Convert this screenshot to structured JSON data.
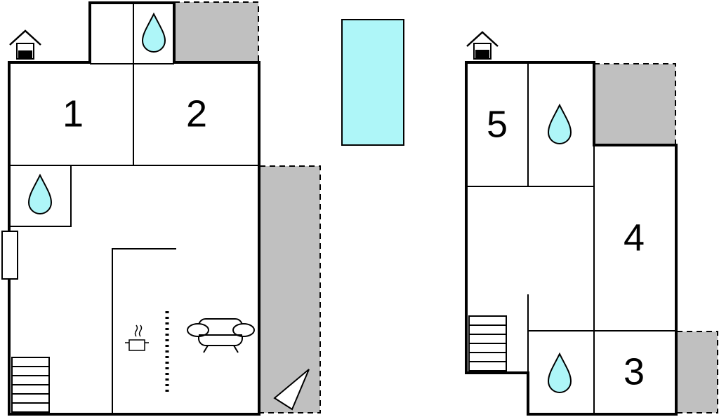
{
  "floorplan": {
    "rooms": [
      {
        "label": "1"
      },
      {
        "label": "2"
      },
      {
        "label": "3"
      },
      {
        "label": "4"
      },
      {
        "label": "5"
      }
    ],
    "colors": {
      "water": "#aef6f8",
      "terrace": "#c0c0c0",
      "wall": "#000000"
    },
    "icons": [
      "house-entrance-icon",
      "bathroom-drop-icon",
      "stairs-icon",
      "kitchen-pot-icon",
      "sofa-icon",
      "pool-icon",
      "compass-icon"
    ]
  }
}
